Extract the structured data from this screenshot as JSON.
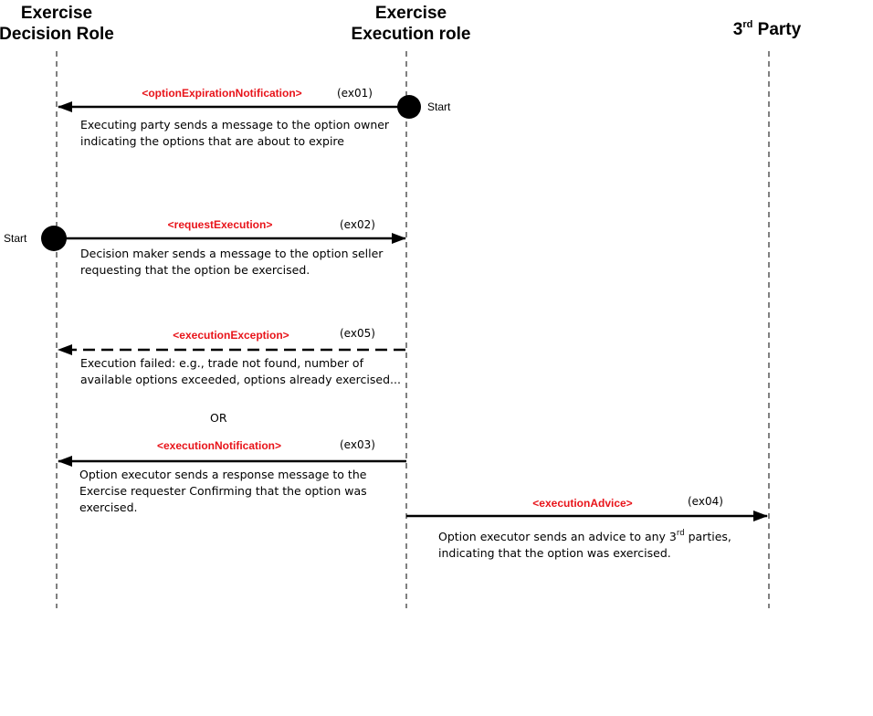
{
  "roles": {
    "decision": [
      "Exercise",
      "Decision Role"
    ],
    "execution": [
      "Exercise",
      "Execution role"
    ],
    "third_party": {
      "pre": "3",
      "sup": "rd",
      "post": " Party"
    }
  },
  "start_label": "Start",
  "or_label": "OR",
  "messages": {
    "ex01": {
      "name": "<optionExpirationNotification>",
      "code": "(ex01)",
      "desc": [
        "Executing party sends a message to the option owner",
        "indicating the options that are about to expire"
      ]
    },
    "ex02": {
      "name": "<requestExecution>",
      "code": "(ex02)",
      "desc": [
        "Decision maker sends a message to the option seller",
        "requesting that the option be exercised."
      ]
    },
    "ex05": {
      "name": "<executionException>",
      "code": "(ex05)",
      "desc": [
        "Execution failed: e.g., trade not found, number of",
        "available options exceeded, options already exercised..."
      ]
    },
    "ex03": {
      "name": "<executionNotification>",
      "code": "(ex03)",
      "desc": [
        "Option executor sends a response message to the",
        "Exercise requester Confirming that the option was",
        "exercised."
      ]
    },
    "ex04": {
      "name": "<executionAdvice>",
      "code": "(ex04)",
      "desc_line1": {
        "pre": "Option executor sends an advice to any 3",
        "sup": "rd",
        "post": " parties,"
      },
      "desc_line2": "indicating that the option was exercised."
    }
  },
  "colors": {
    "message_name": "#e8141a",
    "lines": "#000000"
  }
}
